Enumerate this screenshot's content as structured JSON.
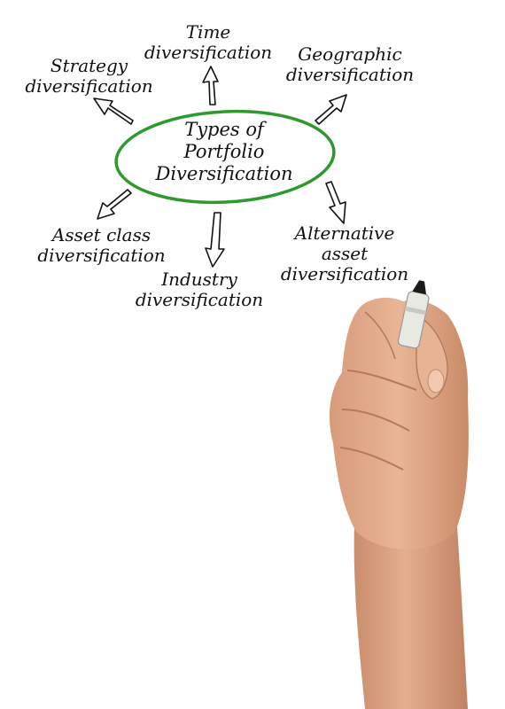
{
  "center": {
    "lines": [
      "Types of",
      "Portfolio",
      "Diversification"
    ]
  },
  "nodes": {
    "strategy": {
      "lines": [
        "Strategy",
        "diversification"
      ]
    },
    "time": {
      "lines": [
        "Time",
        "diversification"
      ]
    },
    "geographic": {
      "lines": [
        "Geographic",
        "diversification"
      ]
    },
    "asset_class": {
      "lines": [
        "Asset class",
        "diversification"
      ]
    },
    "industry": {
      "lines": [
        "Industry",
        "diversification"
      ]
    },
    "alternative": {
      "lines": [
        "Alternative",
        "asset",
        "diversification"
      ]
    }
  },
  "colors": {
    "ellipse": "#2e9a2e",
    "ink": "#111111",
    "skin": "#e0a98a",
    "marker_body": "#e9e9e4",
    "marker_tip": "#1a1a1a"
  }
}
